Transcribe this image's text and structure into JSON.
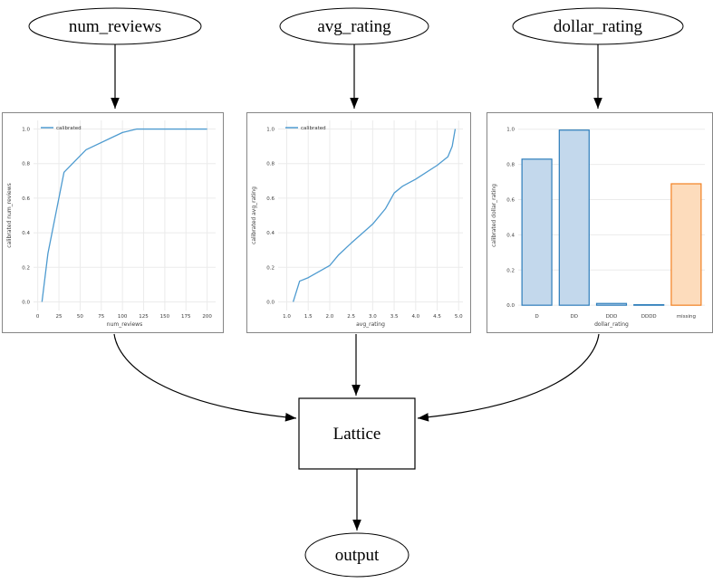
{
  "diagram": {
    "nodes": {
      "num_reviews": {
        "label": "num_reviews"
      },
      "avg_rating": {
        "label": "avg_rating"
      },
      "dollar_rating": {
        "label": "dollar_rating"
      },
      "lattice": {
        "label": "Lattice"
      },
      "output": {
        "label": "output"
      }
    }
  },
  "colors": {
    "line_blue": "#4e9bd0",
    "bar_blue_fill": "#c3d8ec",
    "bar_blue_edge": "#2d7dbb",
    "bar_orange_fill": "#fddcbc",
    "bar_orange_edge": "#f28122",
    "grid": "#ebebeb",
    "panel_border": "#868686",
    "tick_text": "#3c3c3c"
  },
  "chart_data": [
    {
      "type": "line",
      "title": "",
      "xlabel": "num_reviews",
      "ylabel": "calibrated num_reviews",
      "legend": [
        "calibrated"
      ],
      "legend_position": "upper left",
      "grid": true,
      "xlim": [
        -5,
        210
      ],
      "ylim": [
        -0.05,
        1.05
      ],
      "xticks": {
        "values": [
          0,
          25,
          50,
          75,
          100,
          125,
          150,
          175,
          200
        ],
        "labels": [
          "0",
          "25",
          "50",
          "75",
          "100",
          "125",
          "150",
          "175",
          "200"
        ]
      },
      "yticks": {
        "values": [
          0,
          0.2,
          0.4,
          0.6,
          0.8,
          1
        ],
        "labels": [
          "0.0",
          "0.2",
          "0.4",
          "0.6",
          "0.8",
          "1.0"
        ]
      },
      "series": [
        {
          "name": "calibrated",
          "color": "#4e9bd0",
          "x": [
            5,
            12,
            31,
            57,
            100,
            117,
            200
          ],
          "y": [
            0.0,
            0.28,
            0.75,
            0.88,
            0.98,
            1.0,
            1.0
          ]
        }
      ]
    },
    {
      "type": "line",
      "title": "",
      "xlabel": "avg_rating",
      "ylabel": "calibrated avg_rating",
      "legend": [
        "calibrated"
      ],
      "legend_position": "upper left",
      "grid": true,
      "xlim": [
        0.8,
        5.1
      ],
      "ylim": [
        -0.05,
        1.05
      ],
      "xticks": {
        "values": [
          1,
          1.5,
          2,
          2.5,
          3,
          3.5,
          4,
          4.5,
          5
        ],
        "labels": [
          "1.0",
          "1.5",
          "2.0",
          "2.5",
          "3.0",
          "3.5",
          "4.0",
          "4.5",
          "5.0"
        ]
      },
      "yticks": {
        "values": [
          0,
          0.2,
          0.4,
          0.6,
          0.8,
          1
        ],
        "labels": [
          "0.0",
          "0.2",
          "0.4",
          "0.6",
          "0.8",
          "1.0"
        ]
      },
      "series": [
        {
          "name": "calibrated",
          "color": "#4e9bd0",
          "x": [
            1.15,
            1.3,
            1.5,
            2.0,
            2.2,
            2.5,
            3.0,
            3.3,
            3.5,
            3.7,
            4.0,
            4.5,
            4.75,
            4.85,
            4.92
          ],
          "y": [
            0.0,
            0.12,
            0.14,
            0.21,
            0.27,
            0.34,
            0.45,
            0.54,
            0.63,
            0.67,
            0.71,
            0.79,
            0.84,
            0.9,
            1.0
          ]
        }
      ]
    },
    {
      "type": "bar",
      "title": "",
      "xlabel": "dollar_rating",
      "ylabel": "calibrated dollar_rating",
      "grid": true,
      "ylim": [
        -0.03,
        1.05
      ],
      "categories": [
        "D",
        "DD",
        "DDD",
        "DDDD",
        "missing"
      ],
      "values": [
        0.83,
        0.995,
        0.01,
        0.003,
        0.69
      ],
      "yticks": {
        "values": [
          0,
          0.2,
          0.4,
          0.6,
          0.8,
          1
        ],
        "labels": [
          "0.0",
          "0.2",
          "0.4",
          "0.6",
          "0.8",
          "1.0"
        ]
      },
      "bar_fill": [
        "#c3d8ec",
        "#c3d8ec",
        "#c3d8ec",
        "#c3d8ec",
        "#fddcbc"
      ],
      "bar_edge": [
        "#2d7dbb",
        "#2d7dbb",
        "#2d7dbb",
        "#2d7dbb",
        "#f28122"
      ]
    }
  ]
}
